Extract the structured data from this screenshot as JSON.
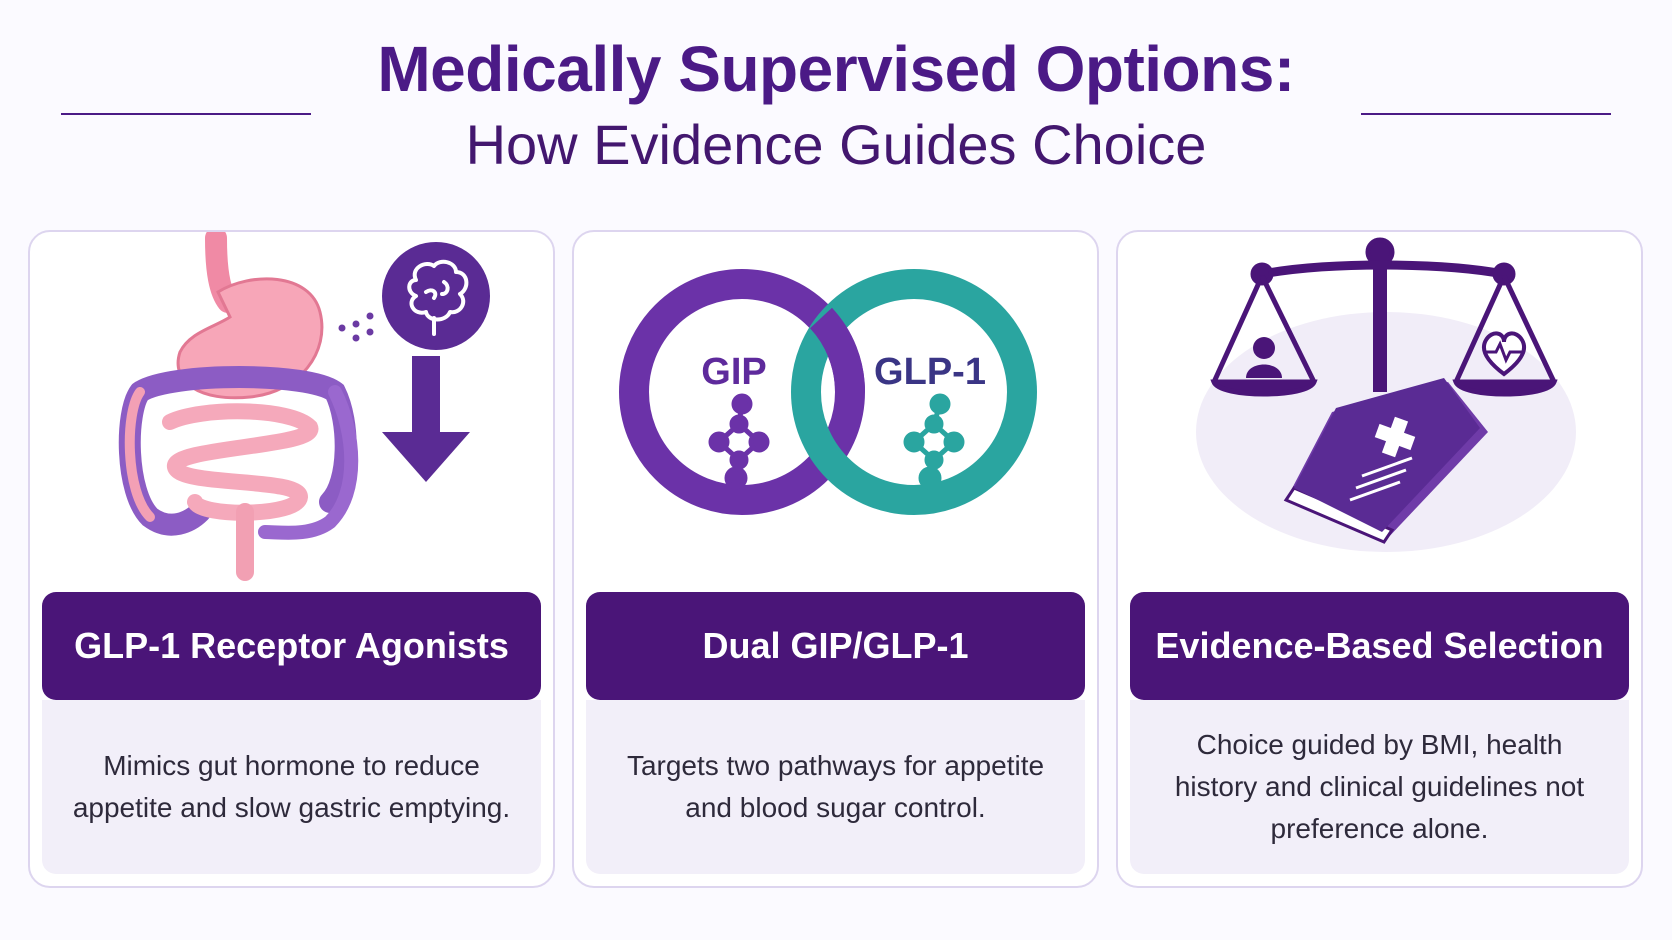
{
  "title": {
    "line1": "Medically Supervised Options:",
    "line2": "How Evidence Guides Choice"
  },
  "colors": {
    "primary_purple": "#4a1578",
    "teal": "#2aa8a3",
    "pink": "#f59ab0",
    "light_lavender": "#f2eff9"
  },
  "cards": [
    {
      "icons": [
        "digestive-system-icon",
        "brain-icon",
        "arrow-down-icon"
      ],
      "heading": "GLP-1 Receptor Agonists",
      "description": "Mimics gut hormone to reduce appetite and slow gastric emptying."
    },
    {
      "icons": [
        "interlocking-rings-icon",
        "molecule-icon"
      ],
      "ring_left_label": "GIP",
      "ring_right_label": "GLP-1",
      "heading": "Dual GIP/GLP-1",
      "description": "Targets two pathways for appetite and blood sugar control."
    },
    {
      "icons": [
        "balance-scale-icon",
        "person-icon",
        "heart-pulse-icon",
        "medical-book-icon"
      ],
      "heading": "Evidence-Based Selection",
      "description": "Choice guided by BMI, health history and clinical guidelines not preference alone."
    }
  ]
}
